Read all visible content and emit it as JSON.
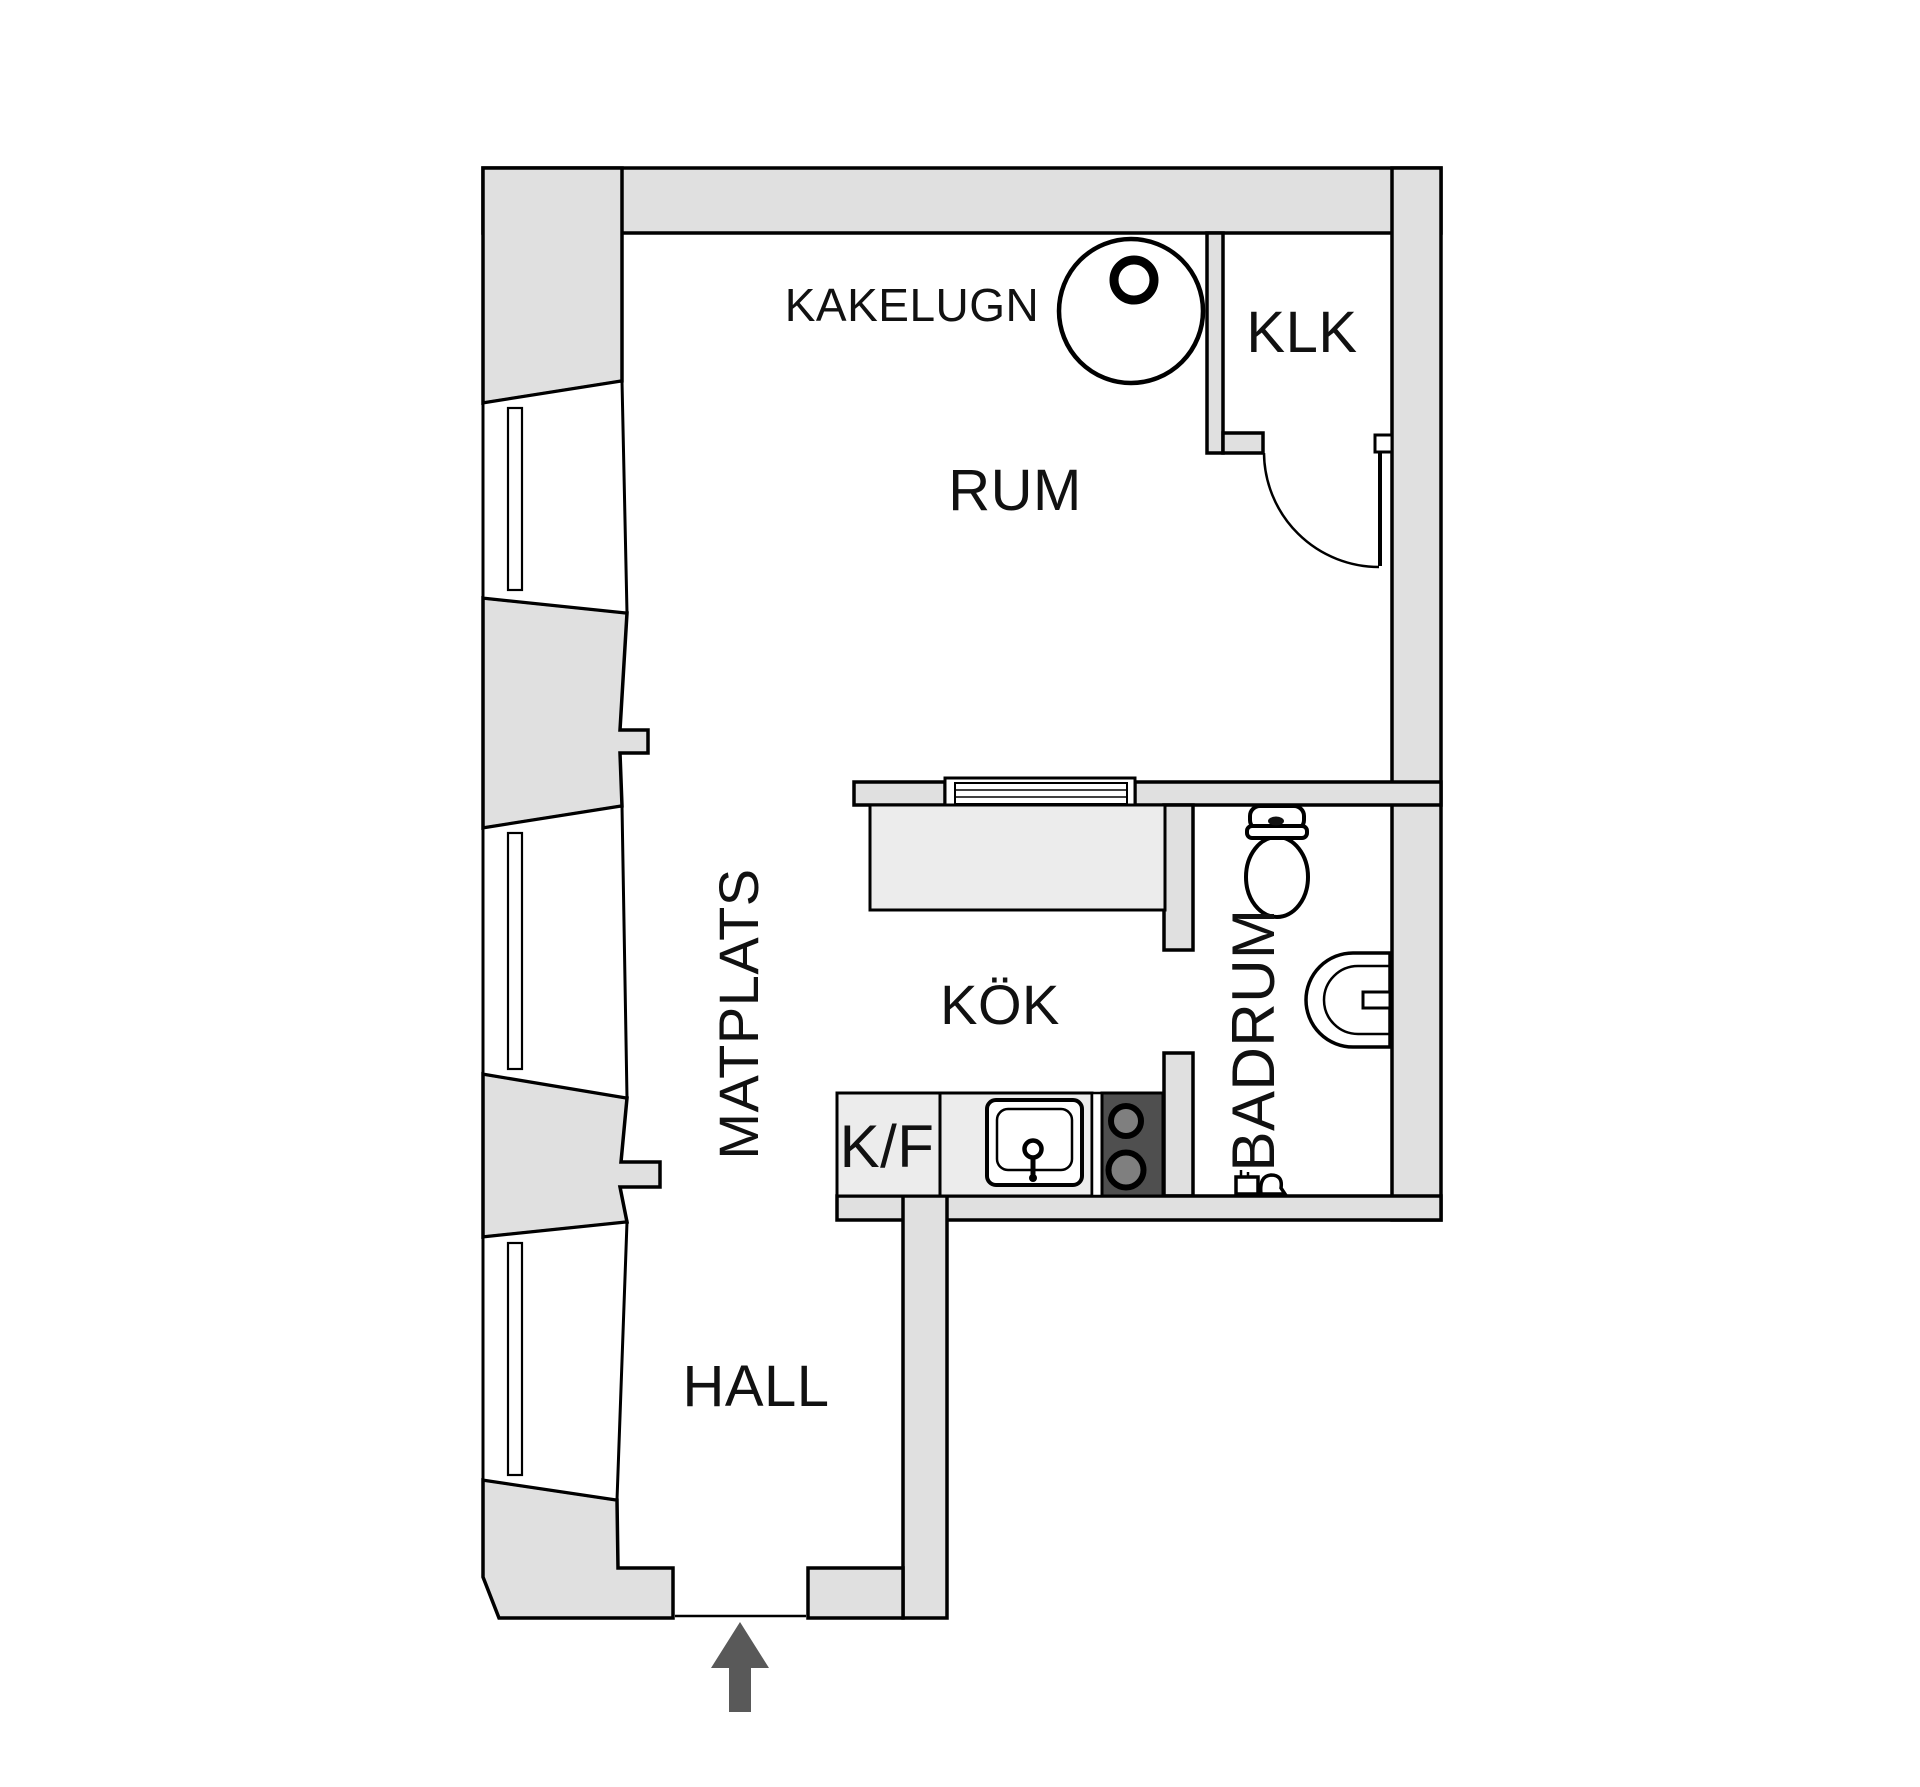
{
  "title": "Apartment floor plan",
  "labels": {
    "kakelugn": "KAKELUGN",
    "rum": "RUM",
    "klk": "KLK",
    "matplats": "MATPLATS",
    "kok": "KÖK",
    "kf": "K/F",
    "badrum": "BADRUM",
    "hall": "HALL"
  },
  "icons": {
    "tiled_stove": "kakelugn-circle",
    "closet_door": "quarter-arc-door-swing",
    "serving_hatch": "triple-line-window",
    "windows": "double-line-window-bay",
    "toilet": "tank-and-bowl",
    "washbasin": "half-round-basin",
    "kitchen_sink": "rounded-square-sink-with-faucet",
    "hob": "two-burner-stove-top",
    "shower_mixer": "small-mixer-glyph",
    "entrance": "up-arrow"
  },
  "colors": {
    "background": "#ffffff",
    "wall_fill": "#e0e0e0",
    "counter_fill": "#ececec",
    "hob_fill": "#4f4f4f",
    "burner_fill": "#7f7f7f",
    "outline": "#000000",
    "text": "#111111",
    "arrow": "#595959"
  }
}
